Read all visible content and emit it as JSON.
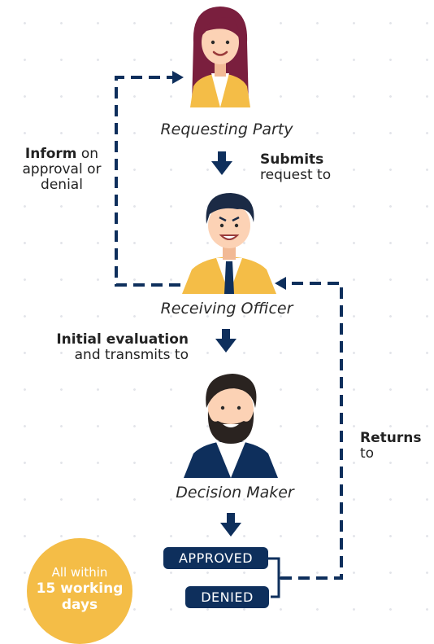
{
  "roles": {
    "requesting_party": "Requesting Party",
    "receiving_officer": "Receiving Officer",
    "decision_maker": "Decision Maker"
  },
  "notes": {
    "inform_bold": "Inform",
    "inform_rest_1": " on",
    "inform_rest_2": "approval or",
    "inform_rest_3": "denial",
    "submits_bold": "Submits",
    "submits_rest": "request to",
    "initial_bold": "Initial evaluation",
    "initial_rest": "and transmits to",
    "returns_bold": "Returns",
    "returns_rest": "to"
  },
  "outcomes": {
    "approved": "APPROVED",
    "denied": "DENIED"
  },
  "badge": {
    "line1": "All within",
    "line2": "15 working",
    "line3": "days"
  },
  "colors": {
    "navy": "#0e2f5c",
    "gold": "#f4bd47",
    "skin": "#fcd2b5",
    "hair_female": "#7a1f3e",
    "hair_male": "#1b2a45",
    "beard": "#2a2320"
  }
}
